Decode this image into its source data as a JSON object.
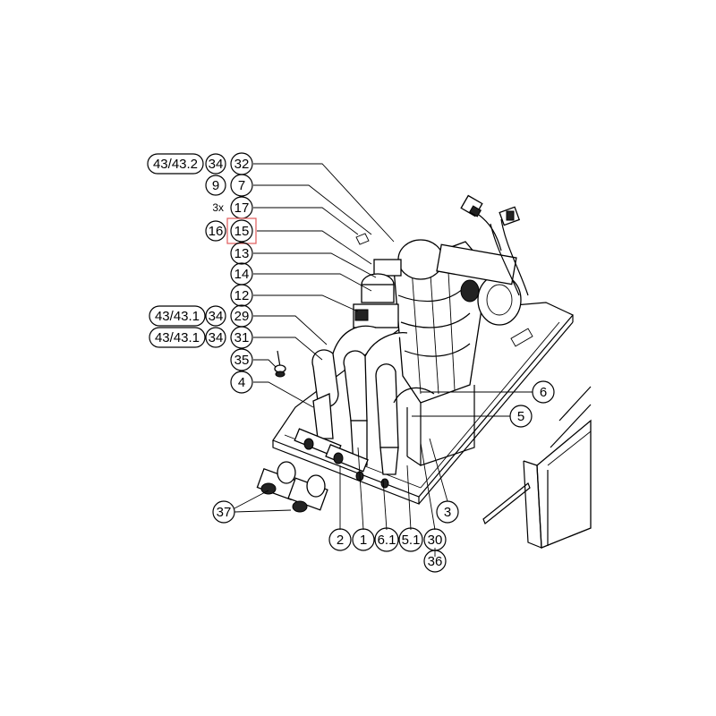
{
  "callouts": {
    "c43_43_2": "43/43.2",
    "c34_a": "34",
    "c32": "32",
    "c9": "9",
    "c7": "7",
    "c3x": "3x",
    "c17": "17",
    "c16": "16",
    "c15": "15",
    "c13": "13",
    "c14": "14",
    "c12": "12",
    "c43_43_1_a": "43/43.1",
    "c34_b": "34",
    "c29": "29",
    "c43_43_1_b": "43/43.1",
    "c34_c": "34",
    "c31": "31",
    "c35": "35",
    "c4": "4",
    "c6": "6",
    "c5": "5",
    "c37": "37",
    "c2": "2",
    "c1": "1",
    "c6_1": "6.1",
    "c5_1": "5.1",
    "c30": "30",
    "c3": "3",
    "c36": "36"
  },
  "highlight": {
    "label": "15",
    "color": "#e05a5a"
  }
}
